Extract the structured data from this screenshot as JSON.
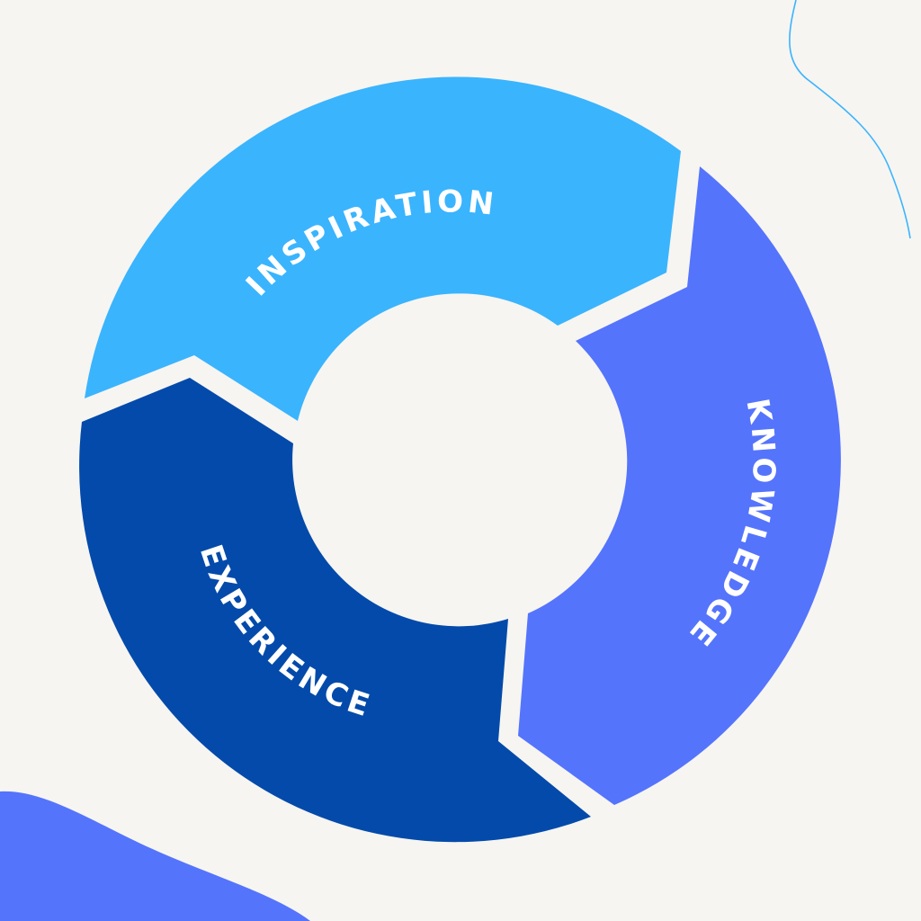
{
  "diagram": {
    "type": "cycle",
    "center_fill": "#f6f5f2",
    "segments": [
      {
        "id": "inspiration",
        "label": "INSPIRATION",
        "color": "#3ab4fd"
      },
      {
        "id": "knowledge",
        "label": "KNOWLEDGE",
        "color": "#5574fc"
      },
      {
        "id": "experience",
        "label": "EXPERIENCE",
        "color": "#034aaa"
      }
    ]
  },
  "decorations": {
    "top_right_line_color": "#3ab4fd",
    "bottom_left_blob_color": "#5574fc"
  }
}
